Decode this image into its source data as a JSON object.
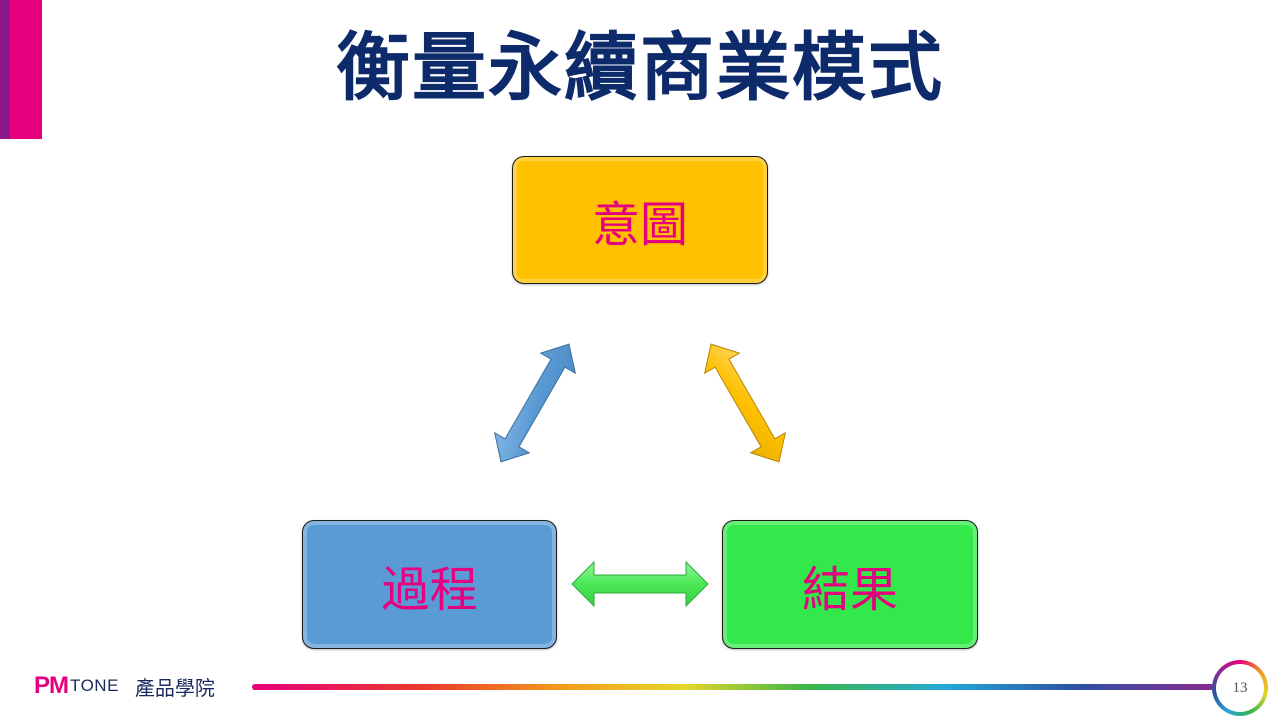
{
  "title": "衡量永續商業模式",
  "boxes": {
    "intent": {
      "label": "意圖",
      "color": "#ffc000"
    },
    "process": {
      "label": "過程",
      "color": "#5b9bd5"
    },
    "result": {
      "label": "結果",
      "color": "#33e84a"
    }
  },
  "arrows": {
    "process_intent": {
      "color": "#5b9bd5"
    },
    "intent_result": {
      "color": "#ffc000"
    },
    "process_result": {
      "color": "#4be857"
    }
  },
  "footer": {
    "logo_pm": "PM",
    "logo_tone": "TONE",
    "academy": "產品學院",
    "page_number": "13"
  },
  "colors": {
    "title": "#0d2a6b",
    "box_text": "#e4007f",
    "accent": "#e6007e"
  }
}
